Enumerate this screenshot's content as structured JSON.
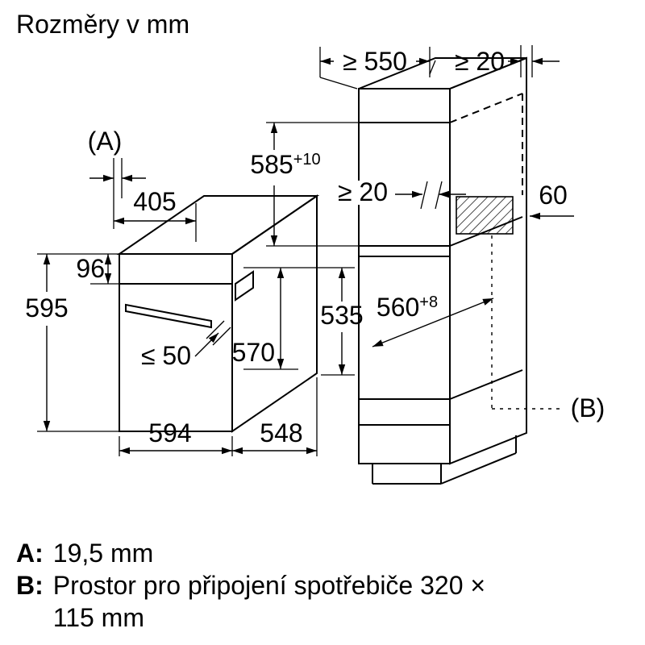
{
  "title": "Rozměry v mm",
  "colors": {
    "line": "#000000",
    "background": "#ffffff"
  },
  "oven": {
    "label_a": "(A)",
    "dim_top_depth": "405",
    "dim_control_panel_height": "96",
    "dim_height": "595",
    "dim_handle_clearance": "≤ 50",
    "dim_body_depth": "570",
    "dim_width": "594",
    "dim_depth": "548",
    "dim_side_height": "535"
  },
  "cabinet": {
    "dim_min_cabinet_depth": "≥ 550",
    "dim_top_rear_gap": "≥ 20",
    "dim_niche_height": {
      "main": "585",
      "sup": "+10"
    },
    "dim_rear_vent_gap": "≥ 20",
    "dim_vent_depth": "60",
    "dim_niche_depth": {
      "main": "560",
      "sup": "+8"
    },
    "label_b": "(B)"
  },
  "legend": {
    "a_key": "A:",
    "a_value": "19,5 mm",
    "b_key": "B:",
    "b_value": "Prostor pro připojení spotřebiče 320 ×",
    "b_value_cont": "115 mm"
  }
}
